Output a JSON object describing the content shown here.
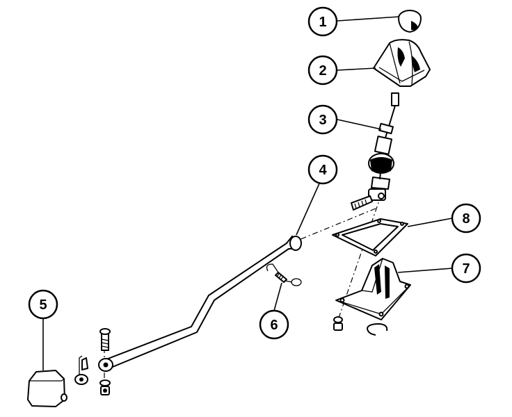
{
  "callouts": [
    {
      "label": "1"
    },
    {
      "label": "2"
    },
    {
      "label": "3"
    },
    {
      "label": "4"
    },
    {
      "label": "5"
    },
    {
      "label": "6"
    },
    {
      "label": "7"
    },
    {
      "label": "8"
    }
  ],
  "colors": {
    "ink": "#000000",
    "paper": "#ffffff"
  }
}
